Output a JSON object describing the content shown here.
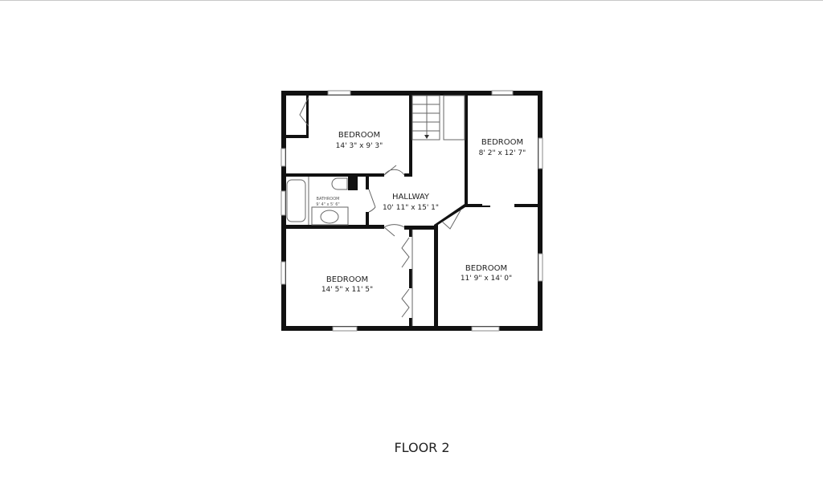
{
  "floor_title": "FLOOR 2",
  "rooms": [
    {
      "name": "BEDROOM",
      "dimensions": "14' 3\" x 9' 3\""
    },
    {
      "name": "BEDROOM",
      "dimensions": "8' 2\" x 12' 7\""
    },
    {
      "name": "HALLWAY",
      "dimensions": "10' 11\" x 15' 1\""
    },
    {
      "name": "BATHROOM",
      "dimensions": "9' 4\" x 5' 6\""
    },
    {
      "name": "BEDROOM",
      "dimensions": "14' 5\" x 11' 5\""
    },
    {
      "name": "BEDROOM",
      "dimensions": "11' 9\" x 14' 0\""
    }
  ]
}
